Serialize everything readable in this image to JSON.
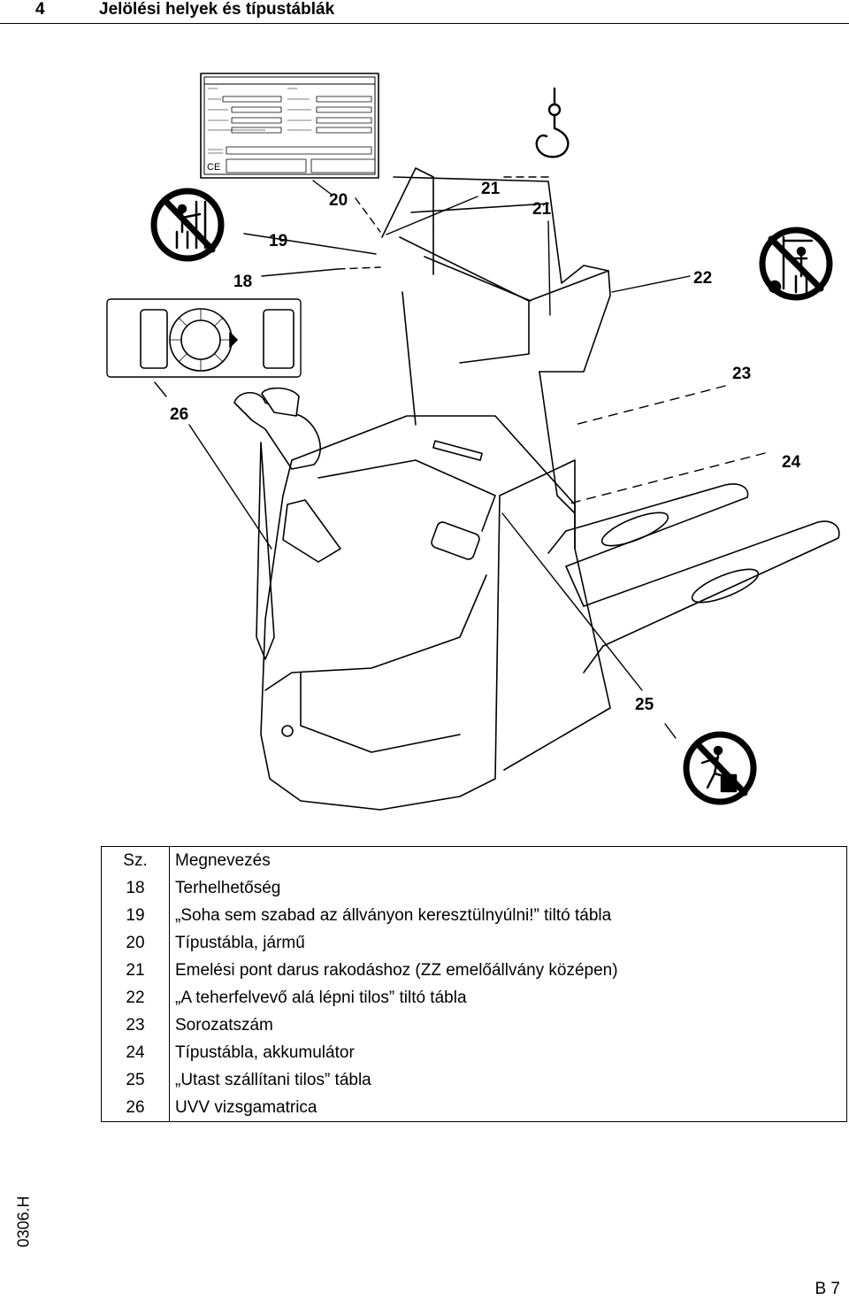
{
  "heading": {
    "number": "4",
    "title": "Jelölési helyek és típustáblák"
  },
  "callouts": {
    "c18": "18",
    "c19": "19",
    "c20": "20",
    "c21a": "21",
    "c21b": "21",
    "c22": "22",
    "c23": "23",
    "c24": "24",
    "c25": "25",
    "c26": "26"
  },
  "nameplate": {
    "ce_mark": "CE"
  },
  "legend": {
    "header": {
      "sz": "Sz.",
      "desc": "Megnevezés"
    },
    "rows": [
      {
        "sz": "18",
        "desc": "Terhelhetőség"
      },
      {
        "sz": "19",
        "desc": "„Soha sem szabad az állványon keresztülnyúlni!” tiltó tábla"
      },
      {
        "sz": "20",
        "desc": "Típustábla, jármű"
      },
      {
        "sz": "21",
        "desc": "Emelési pont darus rakodáshoz (ZZ emelőállvány középen)"
      },
      {
        "sz": "22",
        "desc": "„A teherfelvevő alá lépni tilos” tiltó tábla"
      },
      {
        "sz": "23",
        "desc": "Sorozatszám"
      },
      {
        "sz": "24",
        "desc": "Típustábla, akkumulátor"
      },
      {
        "sz": "25",
        "desc": "„Utast szállítani tilos” tábla"
      },
      {
        "sz": "26",
        "desc": "UVV vizsgamatrica"
      }
    ]
  },
  "footer": {
    "doc_code": "0306.H",
    "page": "B 7"
  },
  "icons": [
    "no-reach-through-mast-icon",
    "no-standing-under-load-icon",
    "no-passenger-icon",
    "crane-hook-icon"
  ]
}
